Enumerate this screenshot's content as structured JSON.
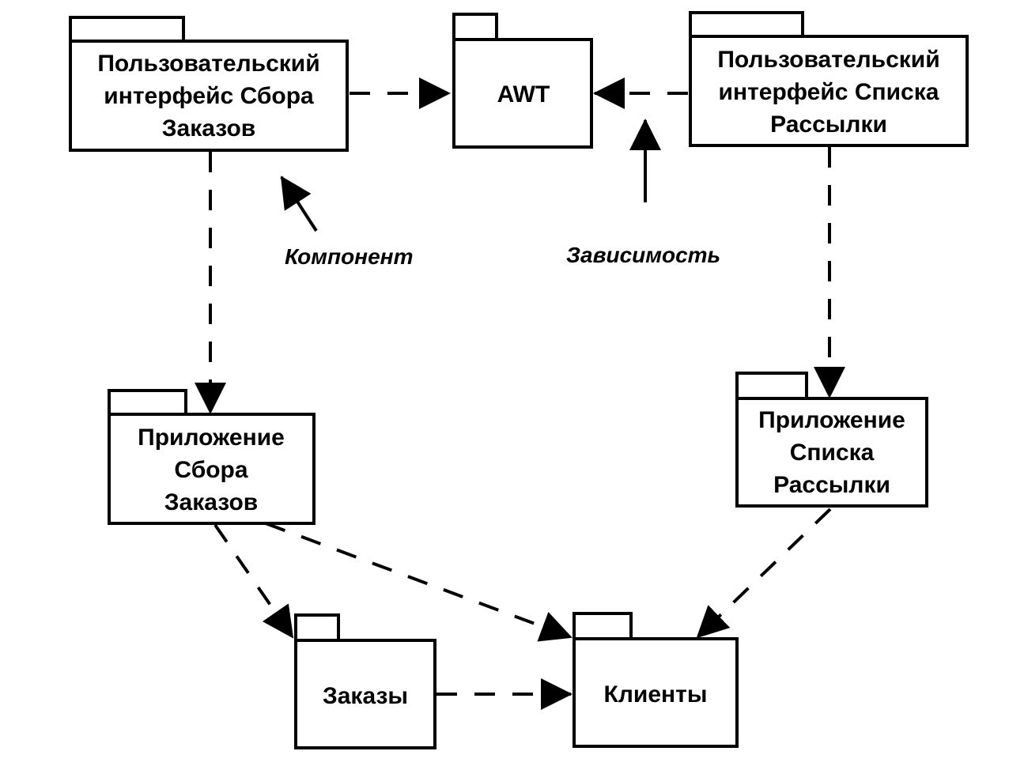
{
  "diagram": {
    "type": "UML package diagram",
    "packages": [
      {
        "id": "ui_orders",
        "lines": [
          "Пользовательский",
          "интерфейс Сбора",
          "Заказов"
        ]
      },
      {
        "id": "awt",
        "lines": [
          "AWT"
        ]
      },
      {
        "id": "ui_mailing",
        "lines": [
          "Пользовательский",
          "интерфейс Списка",
          "Рассылки"
        ]
      },
      {
        "id": "app_orders",
        "lines": [
          "Приложение",
          "Сбора",
          "Заказов"
        ]
      },
      {
        "id": "app_mailing",
        "lines": [
          "Приложение",
          "Списка",
          "Рассылки"
        ]
      },
      {
        "id": "orders",
        "lines": [
          "Заказы"
        ]
      },
      {
        "id": "clients",
        "lines": [
          "Клиенты"
        ]
      }
    ],
    "dependencies": [
      {
        "from": "ui_orders",
        "to": "awt"
      },
      {
        "from": "ui_mailing",
        "to": "awt"
      },
      {
        "from": "ui_orders",
        "to": "app_orders"
      },
      {
        "from": "ui_mailing",
        "to": "app_mailing"
      },
      {
        "from": "app_orders",
        "to": "orders"
      },
      {
        "from": "app_orders",
        "to": "clients"
      },
      {
        "from": "app_mailing",
        "to": "clients"
      },
      {
        "from": "orders",
        "to": "clients"
      }
    ],
    "annotations": [
      {
        "id": "component",
        "text": "Компонент",
        "points_to": "package"
      },
      {
        "id": "dependency",
        "text": "Зависимость",
        "points_to": "dependency arrow"
      }
    ]
  }
}
